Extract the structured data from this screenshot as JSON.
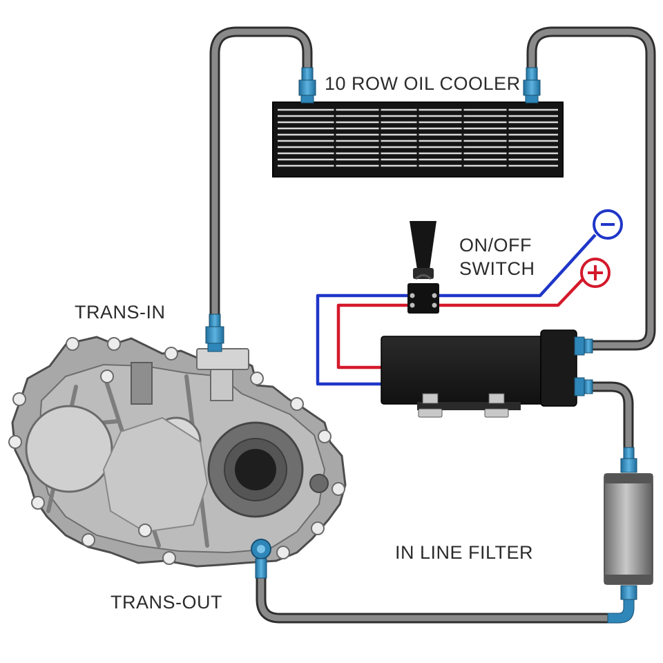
{
  "labels": {
    "cooler": "10 ROW OIL COOLER",
    "switch_line1": "ON/OFF",
    "switch_line2": "SWITCH",
    "trans_in": "TRANS-IN",
    "trans_out": "TRANS-OUT",
    "filter": "IN LINE FILTER"
  },
  "terminals": {
    "negative": "−",
    "positive": "+"
  },
  "colors": {
    "hose": "#3a3a3a",
    "fitting": "#2f86b8",
    "negative_wire": "#1f36c8",
    "positive_wire": "#d4192b",
    "pump": "#1c1c1c",
    "housing": "#a9a9a9"
  },
  "icons": {
    "switch": "toggle-switch-icon",
    "negative": "minus-terminal-icon",
    "positive": "plus-terminal-icon"
  }
}
